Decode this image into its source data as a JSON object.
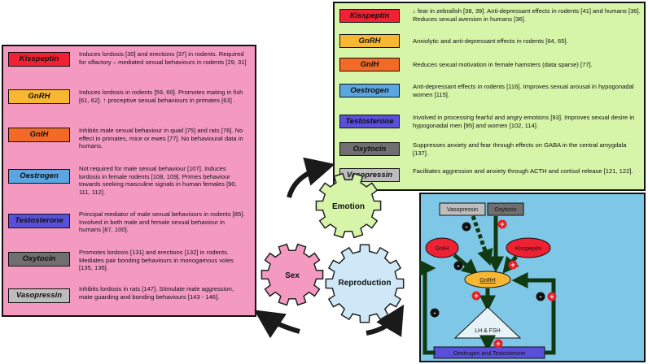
{
  "left_panel": {
    "items": [
      {
        "label": "Kisspeptin",
        "text": "Induces lordosis [30] and erections [37] in rodents. Required for olfactory – mediated sexual behaviours in rodents [29, 31]"
      },
      {
        "label": "GnRH",
        "text": "Induces lordosis in rodents [59, 60]. Promotes mating in fish [61, 62]. ↑ proceptive sexual behaviours in primates [63] ."
      },
      {
        "label": "GnIH",
        "text": "Inhibits male sexual behaviour in quail [75] and rats [76]. No effect in primates, mice or ewes [77]. No behavioural data in humans."
      },
      {
        "label": "Oestrogen",
        "text": "Not required for male sexual behaviour [107]. Induces lordosis in female rodents [108, 109]. Primes behaviour towards seeking masculine signals in human females [90, 111, 112]."
      },
      {
        "label": "Testosterone",
        "text": "Principal mediator of male sexual behaviours in rodents [85]. Involved in both male and female sexual behaviour in humans [87, 100]."
      },
      {
        "label": "Oxytocin",
        "text": "Promotes lordosis [131] and erections [132] in rodents. Mediates pair bonding behaviours in monogamous voles [135, 136]."
      },
      {
        "label": "Vasopressin",
        "text": "Inhibits lordosis in rats [147]. Stimulate male aggression, mate guarding and bonding behaviours [143 - 146]."
      }
    ]
  },
  "right_panel": {
    "items": [
      {
        "label": "Kisspeptin",
        "text": "↓ fear in zebrafish [38, 39]. Anti-depressant effects in rodents [41] and humans [36]. Reduces sexual aversion in humans [36]."
      },
      {
        "label": "GnRH",
        "text": "Anxiolytic and anti-depressant effects in rodents [64, 65]."
      },
      {
        "label": "GnIH",
        "text": "Reduces sexual motivation in female hamsters (data sparse) [77]."
      },
      {
        "label": "Oestrogen",
        "text": "Anti-depressant effects in rodents [116]. Improves sexual arousal in hypogonadal women [115]."
      },
      {
        "label": "Testosterone",
        "text": "Involved in processing fearful and angry emotions [93]. Improves sexual desire in hypogonadal men [95] and women [102, 114]."
      },
      {
        "label": "Oxytocin",
        "text": "Suppresses anxiety and fear through effects on GABA in the central amygdala [137]."
      },
      {
        "label": "Vasopressin",
        "text": "Facilitates aggression and anxiety through ACTH and cortisol release [121, 122]."
      }
    ]
  },
  "gears": {
    "emotion": "Emotion",
    "sex": "Sex",
    "reproduction": "Reproduction"
  },
  "hpg": {
    "vasopressin": "Vasopressin",
    "oxytocin": "Oxytocin",
    "gnih": "GnIH",
    "kisspeptin": "Kisspeptin",
    "gnrh": "GnRH",
    "lhfsh": "LH & FSH",
    "steroids": "Oestrogen and Testosterone",
    "plus": "+",
    "minus": "-"
  },
  "colors": {
    "kisspeptin": "#ee2233",
    "gnrh": "#f7b733",
    "gnih": "#f26a25",
    "oestrogen": "#5ba6e0",
    "testosterone": "#5a4fd9",
    "oxytocin": "#6f6f6f",
    "vasopressin": "#bdbdbd",
    "left_bg": "#f49ac1",
    "right_bg": "#d6f5a8",
    "hpg_bg": "#7fc7e6"
  }
}
